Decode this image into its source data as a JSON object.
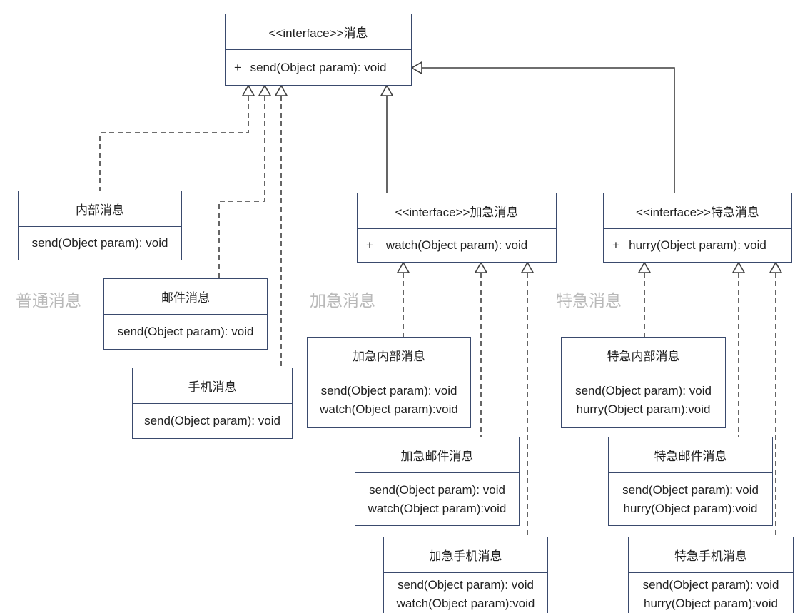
{
  "diagram": {
    "kind": "uml-class-diagram",
    "colors": {
      "box_border": "#3a4a6d",
      "connector": "#3f3f3f",
      "text": "#212121",
      "group_label": "#b9b9b9",
      "background": "#ffffff"
    },
    "nodes": {
      "message_interface": {
        "title": "<<interface>>消息",
        "visibility": "+",
        "methods": [
          "send(Object param): void"
        ]
      },
      "internal_message": {
        "title": "内部消息",
        "methods": [
          "send(Object param): void"
        ]
      },
      "mail_message": {
        "title": "邮件消息",
        "methods": [
          "send(Object param): void"
        ]
      },
      "phone_message": {
        "title": "手机消息",
        "methods": [
          "send(Object param): void"
        ]
      },
      "urgent_interface": {
        "title": "<<interface>>加急消息",
        "visibility": "+",
        "methods": [
          "watch(Object param): void"
        ]
      },
      "express_interface": {
        "title": "<<interface>>特急消息",
        "visibility": "+",
        "methods": [
          "hurry(Object param): void"
        ]
      },
      "urgent_internal_message": {
        "title": "加急内部消息",
        "methods": [
          "send(Object param): void",
          "watch(Object param):void"
        ]
      },
      "urgent_mail_message": {
        "title": "加急邮件消息",
        "methods": [
          "send(Object param): void",
          "watch(Object param):void"
        ]
      },
      "urgent_phone_message": {
        "title": "加急手机消息",
        "methods": [
          "send(Object param): void",
          "watch(Object param):void"
        ]
      },
      "express_internal_message": {
        "title": "特急内部消息",
        "methods": [
          "send(Object param): void",
          "hurry(Object param):void"
        ]
      },
      "express_mail_message": {
        "title": "特急邮件消息",
        "methods": [
          "send(Object param): void",
          "hurry(Object param):void"
        ]
      },
      "express_phone_message": {
        "title": "特急手机消息",
        "methods": [
          "send(Object param): void",
          "hurry(Object param):void"
        ]
      }
    },
    "group_labels": {
      "normal": "普通消息",
      "urgent": "加急消息",
      "express": "特急消息"
    },
    "relationships": [
      {
        "from": "内部消息",
        "to": "<<interface>>消息",
        "type": "realization"
      },
      {
        "from": "邮件消息",
        "to": "<<interface>>消息",
        "type": "realization"
      },
      {
        "from": "手机消息",
        "to": "<<interface>>消息",
        "type": "realization"
      },
      {
        "from": "<<interface>>加急消息",
        "to": "<<interface>>消息",
        "type": "generalization"
      },
      {
        "from": "<<interface>>特急消息",
        "to": "<<interface>>消息",
        "type": "generalization"
      },
      {
        "from": "加急内部消息",
        "to": "<<interface>>加急消息",
        "type": "realization"
      },
      {
        "from": "加急邮件消息",
        "to": "<<interface>>加急消息",
        "type": "realization"
      },
      {
        "from": "加急手机消息",
        "to": "<<interface>>加急消息",
        "type": "realization"
      },
      {
        "from": "特急内部消息",
        "to": "<<interface>>特急消息",
        "type": "realization"
      },
      {
        "from": "特急邮件消息",
        "to": "<<interface>>特急消息",
        "type": "realization"
      },
      {
        "from": "特急手机消息",
        "to": "<<interface>>特急消息",
        "type": "realization"
      }
    ]
  }
}
